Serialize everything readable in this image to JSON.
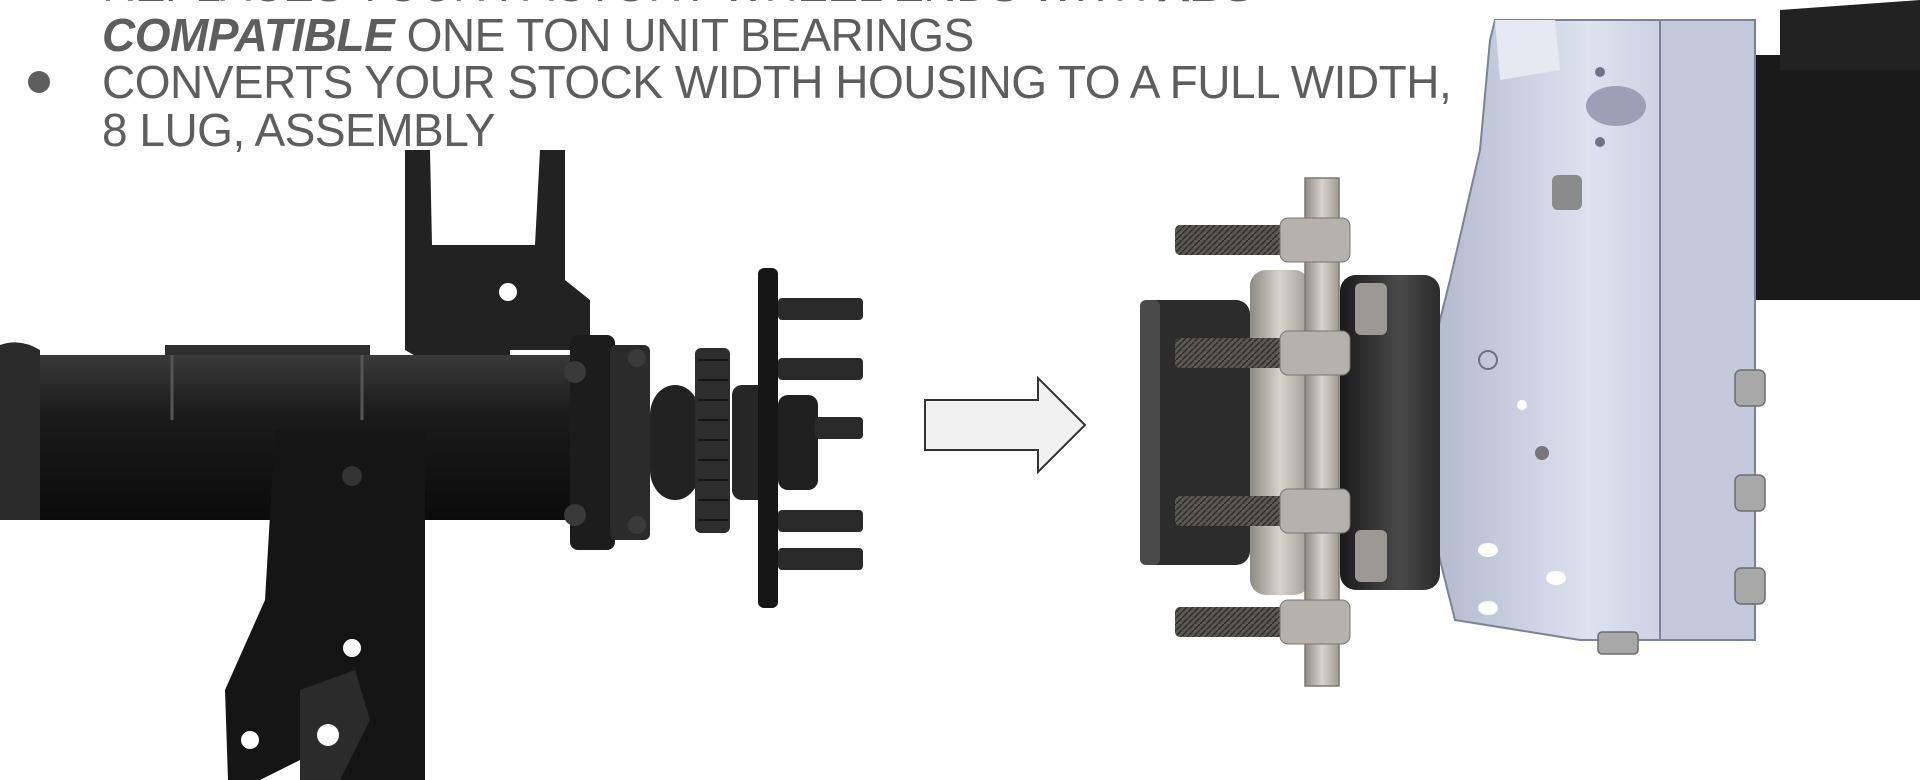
{
  "bullets": {
    "line1_prefix": "REPLACES YOUR FACTORY WHEEL ENDS WITH",
    "line1_bold": "ABS",
    "line2_bold": "COMPATIBLE",
    "line2_rest": "ONE TON UNIT BEARINGS",
    "line3": "CONVERTS YOUR STOCK WIDTH HOUSING TO A FULL WIDTH,",
    "line4": "8 LUG, ASSEMBLY"
  },
  "colors": {
    "text": "#5e5e5e",
    "housing_dark": "#1c1c1c",
    "adapter_blue": "#c9cfe1",
    "hub_silver": "#b8b2a8",
    "arrow_fill": "#f1f1f1",
    "arrow_stroke": "#333333"
  },
  "icons": [
    "bullet-dot",
    "right-arrow-icon"
  ]
}
